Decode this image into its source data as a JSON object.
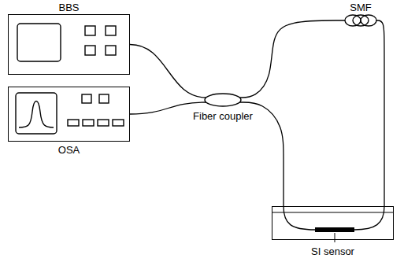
{
  "diagram": {
    "nodes": [
      {
        "text": [
          "BBS"
        ]
      },
      {
        "text": [
          "SMF"
        ]
      },
      {
        "text": [
          "Fiber coupler"
        ]
      },
      {
        "text": [
          "OSA"
        ]
      },
      {
        "text": [
          "SI sensor"
        ]
      }
    ],
    "edges": [
      {
        "from": 0,
        "to": 2,
        "arrow": "none"
      },
      {
        "from": 3,
        "to": 2,
        "arrow": "none"
      },
      {
        "from": 2,
        "to": 1,
        "arrow": "none"
      },
      {
        "from": 1,
        "to": 4,
        "arrow": "none"
      },
      {
        "from": 2,
        "to": 4,
        "arrow": "none"
      }
    ]
  }
}
